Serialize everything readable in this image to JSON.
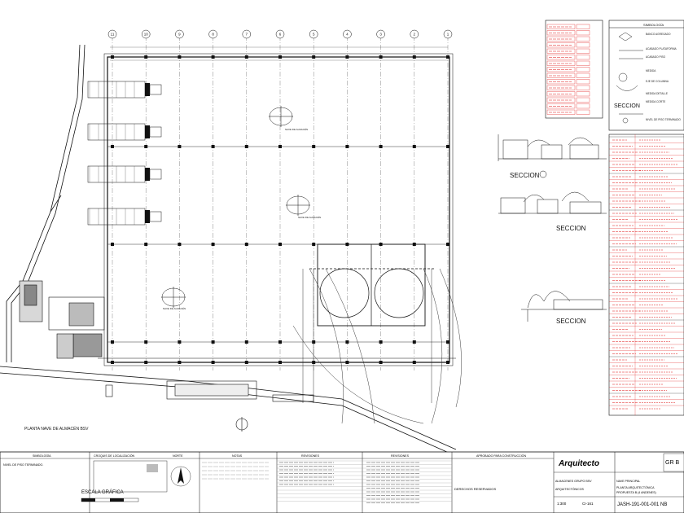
{
  "plan": {
    "title": "PLANTA NAVE DE ALMACÉN BSV",
    "grid_bubbles": [
      "11",
      "10",
      "9",
      "8",
      "7",
      "6",
      "5",
      "4",
      "3",
      "2",
      "1"
    ],
    "area_labels": [
      "NAVE DE ALMACÉN",
      "NAVE DE ALMACÉN",
      "NAVE DE ALMACÉN"
    ]
  },
  "sections": [
    "SECCION",
    "SECCION",
    "SECCION",
    "SECCION"
  ],
  "legend": {
    "title": "SIMBOLOGÍA",
    "items": [
      "BANCO AGREGADO",
      "ACABADO PLATAFORMA",
      "ACABADO PISO",
      "MEDIDA",
      "EJE DE COLUMNA",
      "MEDIDA DETALLE",
      "MEDIDA CORTE",
      "NIVEL DE PISO TERMINADO"
    ]
  },
  "titleblock": {
    "simbologia": "SIMBOLOGÍA",
    "nivel": "NIVEL DE PISO TERMINADO.",
    "croquis": "CROQUIS DE LOCALIZACIÓN",
    "norte": "NORTE",
    "notas": "NOTAS",
    "revisiones": "REVISIONES",
    "revisiones2": "REVISIONES",
    "aprobado": "APROBADO PARA CONSTRUCCIÓN",
    "derechos": "DERECHOS RESERVADOS",
    "escala": "ESCALA GRÁFICA",
    "brand": "Arquitecto",
    "client": "ALMACENES GRUPO BSV",
    "discipline": "ARQUITECTÓNICOS",
    "project": "NAVE PRINCIPAL",
    "sheet_title": "PLANTA ARQUITECTÓNICA",
    "proposal": "PROPUESTA B (4 ANDENES)",
    "scale": "1:300",
    "code_short": "CI-161",
    "sheet_code": "JASH-191-001-001 NB",
    "corner": "GR B"
  }
}
